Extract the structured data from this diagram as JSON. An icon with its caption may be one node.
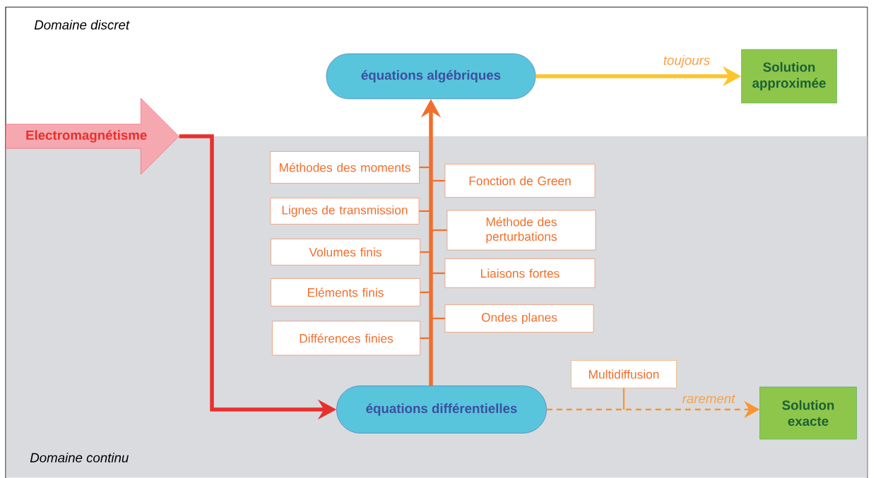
{
  "diagram": {
    "nodes": [
      {
        "text": [
          "Electromagnétisme"
        ]
      },
      {
        "text": [
          "équations algébriques"
        ]
      },
      {
        "text": [
          "Solution approximée"
        ]
      },
      {
        "text": [
          "Méthodes des moments"
        ]
      },
      {
        "text": [
          "Lignes de transmission"
        ]
      },
      {
        "text": [
          "Volumes finis"
        ]
      },
      {
        "text": [
          "Eléments finis"
        ]
      },
      {
        "text": [
          "Différences finies"
        ]
      },
      {
        "text": [
          "Fonction de Green"
        ]
      },
      {
        "text": [
          "Méthode des perturbations"
        ]
      },
      {
        "text": [
          "Liaisons fortes"
        ]
      },
      {
        "text": [
          "Ondes planes"
        ]
      },
      {
        "text": [
          "équations différentielles"
        ]
      },
      {
        "text": [
          "Multidiffusion"
        ]
      },
      {
        "text": [
          "Solution exacte"
        ]
      }
    ],
    "edges": [
      {
        "from": 0,
        "to": 12,
        "arrow": "to",
        "style": "thick",
        "color": "#e8302c"
      },
      {
        "from": 12,
        "to": 1,
        "arrow": "to",
        "style": "thick"
      },
      {
        "from": 1,
        "to": 2,
        "arrow": "to",
        "label": "toujours",
        "style": "thick",
        "color": "#fcc52a"
      },
      {
        "from": 12,
        "to": 14,
        "arrow": "to",
        "label": "rarement",
        "style": "dashed",
        "color": "#f7952f"
      },
      {
        "from": 3,
        "to": null,
        "arrow": "none"
      },
      {
        "from": 4,
        "to": null,
        "arrow": "none"
      },
      {
        "from": 5,
        "to": null,
        "arrow": "none"
      },
      {
        "from": 6,
        "to": null,
        "arrow": "none"
      },
      {
        "from": 7,
        "to": null,
        "arrow": "none"
      },
      {
        "from": 8,
        "to": null,
        "arrow": "none"
      },
      {
        "from": 9,
        "to": null,
        "arrow": "none"
      },
      {
        "from": 10,
        "to": null,
        "arrow": "none"
      },
      {
        "from": 11,
        "to": null,
        "arrow": "none"
      },
      {
        "from": 13,
        "to": null,
        "arrow": "none",
        "color": "#f7952f"
      }
    ],
    "labels": [
      "Domaine discret",
      "Domaine continu"
    ]
  }
}
